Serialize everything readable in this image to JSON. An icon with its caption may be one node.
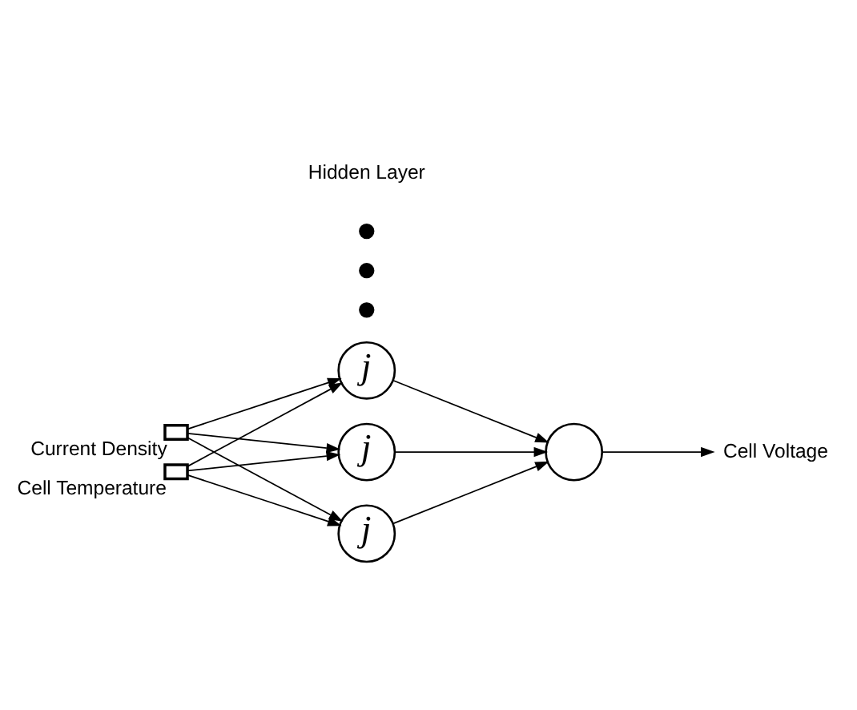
{
  "diagram": {
    "nodes": [
      {
        "text": [],
        "shape": "box",
        "beside": [
          "Current Density"
        ]
      },
      {
        "text": [],
        "shape": "box",
        "beside": [
          "Cell Temperature"
        ]
      },
      {
        "text": [
          "j"
        ]
      },
      {
        "text": [
          "j"
        ]
      },
      {
        "text": [],
        "shape": "dot"
      },
      {
        "text": [],
        "shape": "dot"
      },
      {
        "text": [],
        "shape": "dot"
      },
      {
        "text": [
          "j"
        ]
      },
      {
        "text": [],
        "shape": "circle"
      },
      {
        "text": [
          "Cell Voltage"
        ]
      }
    ],
    "edges": [
      {
        "from": 0,
        "to": 2,
        "arrow": "to"
      },
      {
        "from": 0,
        "to": 3,
        "arrow": "to"
      },
      {
        "from": 0,
        "to": 7,
        "arrow": "to"
      },
      {
        "from": 1,
        "to": 2,
        "arrow": "to"
      },
      {
        "from": 1,
        "to": 3,
        "arrow": "to"
      },
      {
        "from": 1,
        "to": 7,
        "arrow": "to"
      },
      {
        "from": 2,
        "to": 8,
        "arrow": "to"
      },
      {
        "from": 3,
        "to": 8,
        "arrow": "to"
      },
      {
        "from": 7,
        "to": 8,
        "arrow": "to"
      },
      {
        "from": 8,
        "to": 9,
        "arrow": "to"
      }
    ],
    "labels": [
      "Hidden Layer"
    ]
  }
}
